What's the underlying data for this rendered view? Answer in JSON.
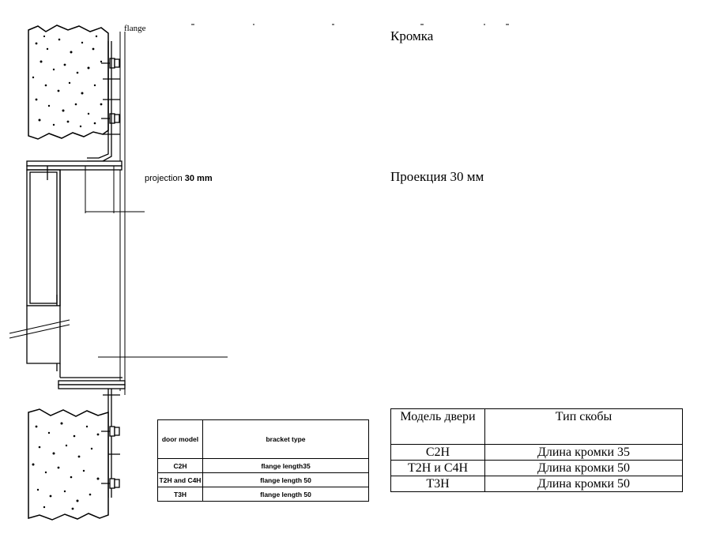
{
  "labels": {
    "flange": "flange",
    "projection_prefix": "projection ",
    "projection_value": "30 mm",
    "ru_flange": "Кромка",
    "ru_projection": "Проекция 30 мм"
  },
  "table_en": {
    "headers": [
      "door model",
      "bracket type"
    ],
    "rows": [
      [
        "C2H",
        "flange length35"
      ],
      [
        "T2H and C4H",
        "flange length 50"
      ],
      [
        "T3H",
        "flange length 50"
      ]
    ]
  },
  "table_ru": {
    "headers": [
      "Модель двери",
      "Тип скобы"
    ],
    "rows": [
      [
        "C2H",
        "Длина кромки 35"
      ],
      [
        "T2H и C4H",
        "Длина кромки 50"
      ],
      [
        "T3H",
        "Длина кромки 50"
      ]
    ]
  }
}
